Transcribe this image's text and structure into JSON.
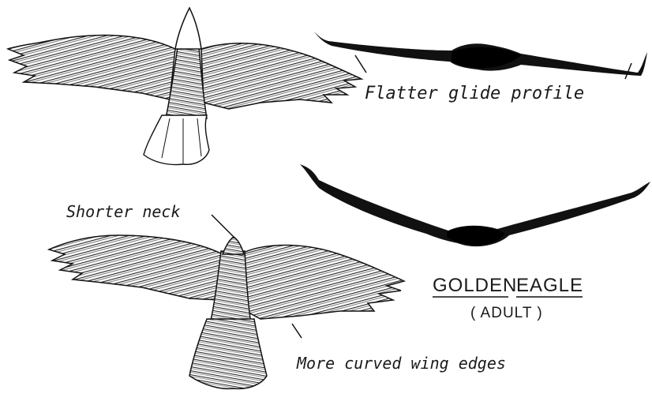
{
  "labels": {
    "flatter_glide": "Flatter glide profile",
    "shorter_neck": "Shorter neck",
    "curved_wings": "More curved wing edges",
    "species_word1": "GOLDEN",
    "species_word2": "EAGLE",
    "age": "( ADULT )"
  },
  "colors": {
    "ink": "#111111",
    "paper": "#ffffff"
  },
  "icons": {
    "top_bird": "soaring-eagle-light-tail-icon",
    "bottom_bird": "soaring-golden-eagle-icon",
    "glide_flat": "flat-glide-silhouette-icon",
    "glide_dihedral": "dihedral-glide-silhouette-icon"
  }
}
